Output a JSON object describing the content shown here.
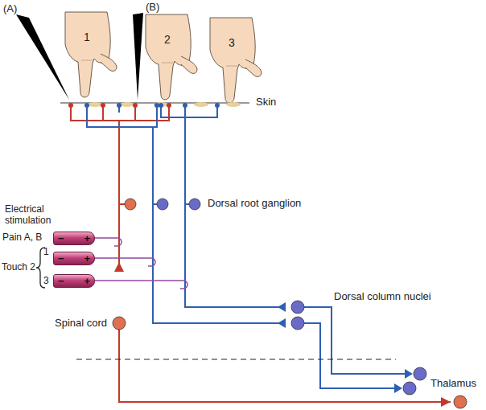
{
  "diagram": {
    "nodes": [
      {
        "text": [
          "−",
          "+"
        ]
      },
      {
        "text": [
          "−",
          "+"
        ]
      },
      {
        "text": [
          "−",
          "+"
        ]
      }
    ],
    "labels": [
      "(A)",
      "(B)",
      "1",
      "2",
      "3",
      "Skin",
      "Dorsal root ganglion",
      "Electrical stimulation",
      "Pain A, B",
      "1",
      "Touch 2",
      "3",
      "Dorsal column nuclei",
      "Spinal cord",
      "Thalamus"
    ]
  }
}
